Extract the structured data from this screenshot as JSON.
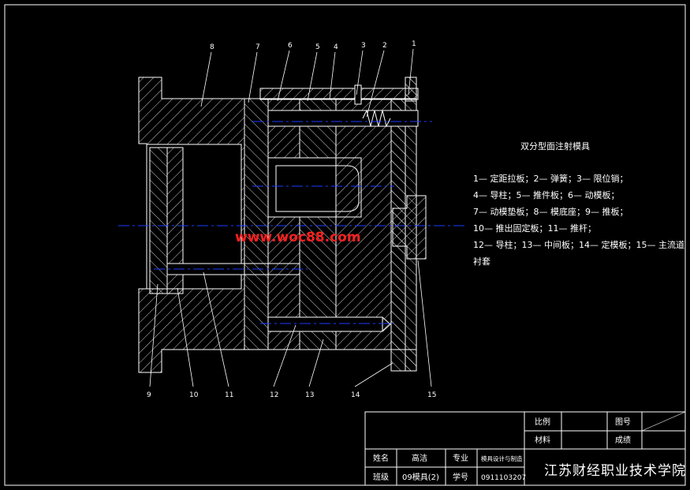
{
  "drawing": {
    "title": "双分型面注射模具",
    "watermark": "www.woc88.com",
    "part_numbers_top": [
      "8",
      "7",
      "6",
      "5",
      "4",
      "3",
      "2",
      "1"
    ],
    "part_numbers_bottom": [
      "9",
      "10",
      "11",
      "12",
      "13",
      "14",
      "15"
    ],
    "legend": [
      "1— 定距拉板；2— 弹簧；3— 限位销；",
      "4— 导柱；5— 推件板；6— 动模板；",
      "7— 动模垫板；8— 模底座；9— 推板；",
      "10— 推出固定板；11— 推杆；",
      "12— 导柱；13— 中间板；14— 定模板；15— 主流道",
      "衬套"
    ]
  },
  "title_block": {
    "scale_label": "比例",
    "drawing_no_label": "图号",
    "material_label": "材料",
    "grade_label": "成绩",
    "name_label": "姓名",
    "name_value": "高洁",
    "major_label": "专业",
    "major_value": "模具设计与制造",
    "class_label": "班级",
    "class_value": "09模具(2)",
    "student_id_label": "学号",
    "student_id_value": "0911103207",
    "school": "江苏财经职业技术学院"
  },
  "colors": {
    "background": "#000000",
    "line": "#ffffff",
    "centerline": "#1a3cff",
    "watermark": "#ff2020"
  }
}
